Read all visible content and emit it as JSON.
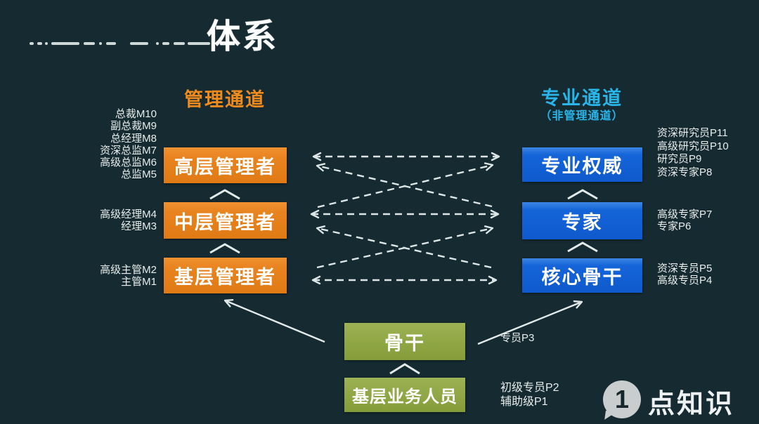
{
  "title": {
    "visible_text": "体系"
  },
  "channels": {
    "management": {
      "header": "管理通道"
    },
    "professional": {
      "header": "专业通道",
      "subheader": "（非管理通道）"
    }
  },
  "management": {
    "levels": [
      {
        "box": "高层管理者"
      },
      {
        "box": "中层管理者"
      },
      {
        "box": "基层管理者"
      }
    ],
    "grades_top": [
      "总裁M10",
      "副总裁M9",
      "总经理M8",
      "资深总监M7",
      "高级总监M6",
      "总监M5"
    ],
    "grades_mid": [
      "高级经理M4",
      "经理M3"
    ],
    "grades_low": [
      "高级主管M2",
      "主管M1"
    ]
  },
  "professional": {
    "levels": [
      {
        "box": "专业权威"
      },
      {
        "box": "专家"
      },
      {
        "box": "核心骨干"
      }
    ],
    "grades_top": [
      "资深研究员P11",
      "高级研究员P10",
      "研究员P9",
      "资深专家P8"
    ],
    "grades_mid": [
      "高级专家P7",
      "专家P6"
    ],
    "grades_low": [
      "资深专员P5",
      "高级专员P4"
    ]
  },
  "base": {
    "backbone_box": "骨干",
    "backbone_grade": "专员P3",
    "entry_box": "基层业务人员",
    "entry_grades": [
      "初级专员P2",
      "辅助级P1"
    ]
  },
  "watermark": {
    "badge": "1",
    "name": "点知识"
  },
  "colors": {
    "background": "#152a31",
    "management_accent": "#ef8a1d",
    "professional_accent": "#2ab5e9",
    "box_orange": "#e8831f",
    "box_blue": "#1464d8",
    "box_green": "#8ea544",
    "arrow": "#dde6e6"
  }
}
